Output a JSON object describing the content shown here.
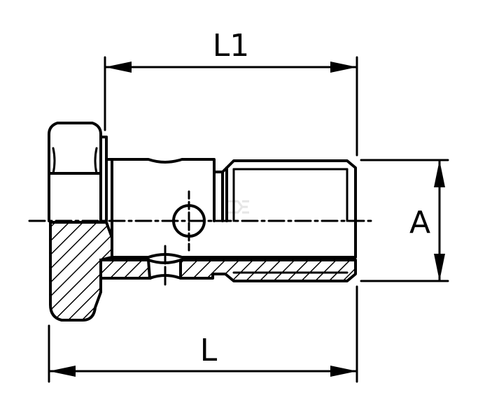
{
  "dimensions": {
    "l1": "L1",
    "a": "A",
    "l": "L"
  },
  "colors": {
    "line": "#000000",
    "background": "#ffffff",
    "watermark": "#e6e6e6"
  }
}
